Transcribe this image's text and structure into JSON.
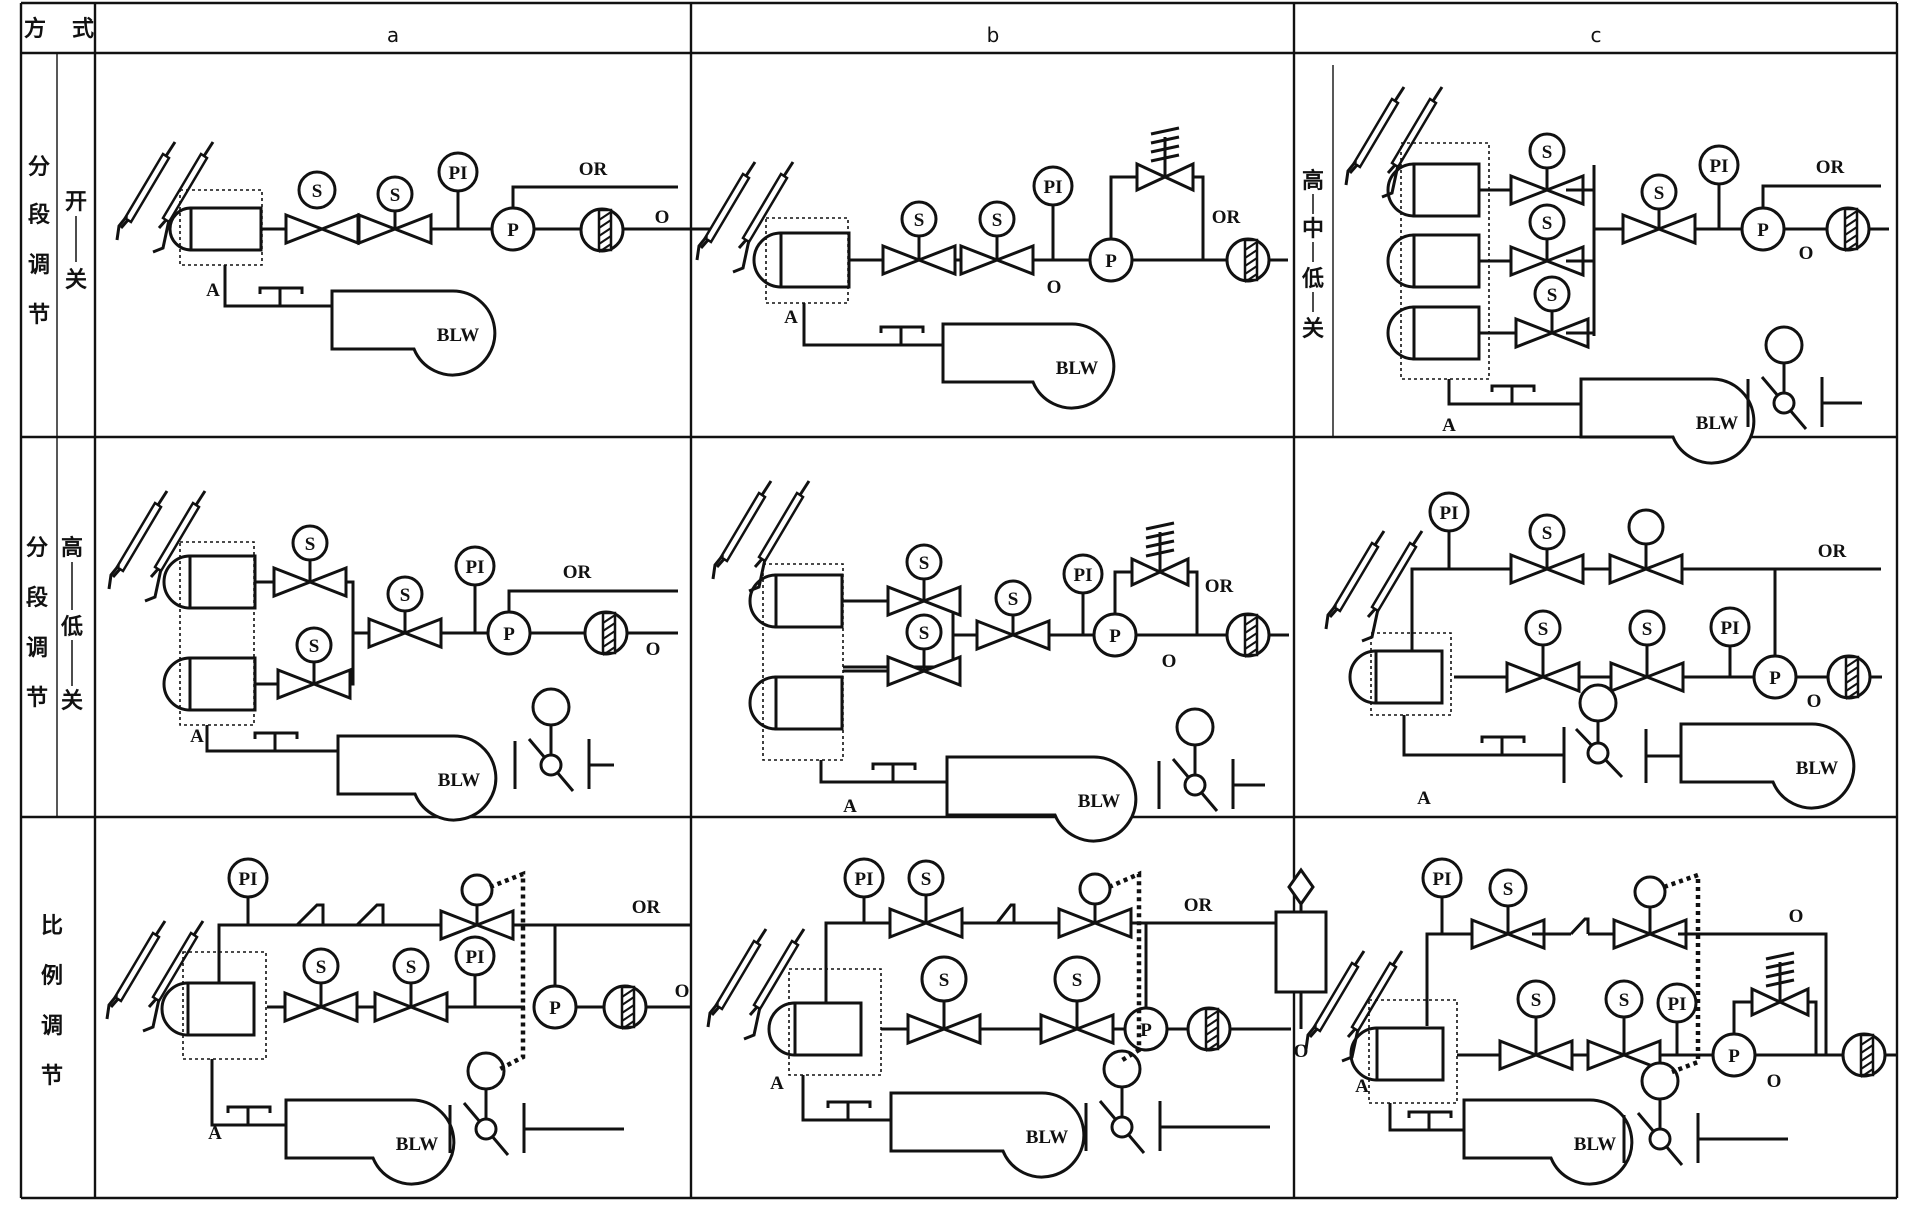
{
  "table": {
    "corner_label": [
      "方",
      "式"
    ],
    "column_headers": [
      "a",
      "b",
      "c"
    ],
    "row_groups": [
      {
        "main_label": [
          "分",
          "段",
          "调",
          "节"
        ],
        "sub_label": [
          "开",
          "—",
          "关"
        ]
      },
      {
        "main_label": [
          "分",
          "段",
          "调",
          "节"
        ],
        "sub_label": [
          "高",
          "—",
          "低",
          "—",
          "关"
        ]
      },
      {
        "main_label": [
          "比",
          "例",
          "调",
          "节"
        ],
        "sub_label": []
      }
    ],
    "column_c_row1_sub_label": [
      "高",
      "—",
      "中",
      "—",
      "低",
      "—",
      "关"
    ]
  },
  "symbols": {
    "solenoid": "S",
    "pressure_indicator": "PI",
    "pump": "P",
    "blower": "BLW",
    "air": "A",
    "oil_return": "OR",
    "oil": "O"
  },
  "cells": [
    {
      "id": "1a",
      "row": 1,
      "col": "a",
      "labels": [
        "S",
        "S",
        "PI",
        "P",
        "OR",
        "O",
        "A",
        "BLW"
      ]
    },
    {
      "id": "1b",
      "row": 1,
      "col": "b",
      "labels": [
        "S",
        "S",
        "PI",
        "O",
        "P",
        "OR",
        "A",
        "BLW"
      ]
    },
    {
      "id": "1c",
      "row": 1,
      "col": "c",
      "labels": [
        "S",
        "S",
        "S",
        "S",
        "PI",
        "OR",
        "P",
        "O",
        "A",
        "BLW"
      ]
    },
    {
      "id": "2a",
      "row": 2,
      "col": "a",
      "labels": [
        "S",
        "S",
        "S",
        "PI",
        "OR",
        "P",
        "O",
        "A",
        "BLW"
      ]
    },
    {
      "id": "2b",
      "row": 2,
      "col": "b",
      "labels": [
        "S",
        "S",
        "S",
        "PI",
        "OR",
        "P",
        "O",
        "A",
        "BLW"
      ]
    },
    {
      "id": "2c",
      "row": 2,
      "col": "c",
      "labels": [
        "PI",
        "S",
        "OR",
        "S",
        "S",
        "PI",
        "P",
        "O",
        "A",
        "BLW"
      ]
    },
    {
      "id": "3a",
      "row": 3,
      "col": "a",
      "labels": [
        "PI",
        "OR",
        "S",
        "S",
        "PI",
        "P",
        "O",
        "A",
        "BLW"
      ]
    },
    {
      "id": "3b",
      "row": 3,
      "col": "b",
      "labels": [
        "PI",
        "S",
        "OR",
        "S",
        "S",
        "P",
        "O",
        "A",
        "BLW"
      ]
    },
    {
      "id": "3c",
      "row": 3,
      "col": "c",
      "labels": [
        "PI",
        "S",
        "O",
        "S",
        "S",
        "PI",
        "P",
        "O",
        "A",
        "BLW"
      ]
    }
  ]
}
